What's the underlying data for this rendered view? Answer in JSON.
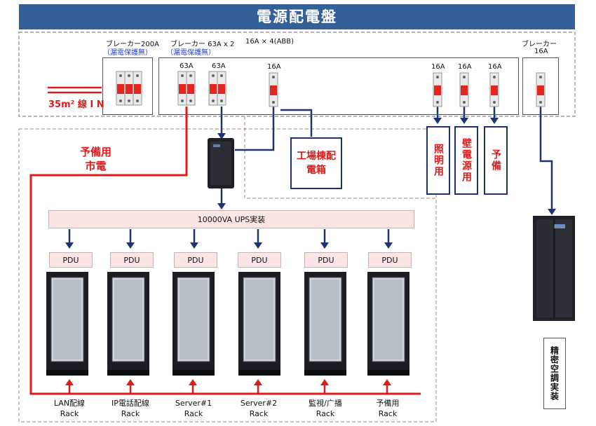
{
  "title": "電源配電盤",
  "breakers": {
    "main_label": "ブレーカー200A",
    "main_note": "（漏電保護無）",
    "group_label": "ブレーカー  63A x 2",
    "group_note": "（漏電保護無）",
    "abb_label": "16A × 4(ABB)",
    "right_label_1": "ブレーカー",
    "right_label_2": "16A",
    "ratings": [
      "63A",
      "63A",
      "16A",
      "16A",
      "16A",
      "16A"
    ]
  },
  "input_label": "35m² 線 I N",
  "reserve_grid": "予備用\n市電",
  "factory_panel": "工場棟配電箱",
  "outlets": [
    "照明用",
    "壁電源用",
    "予備"
  ],
  "ups_label": "10000VA UPS実装",
  "pdu_label": "PDU",
  "racks": [
    {
      "line1": "LAN配線",
      "line2": "Rack"
    },
    {
      "line1": "IP電話配線",
      "line2": "Rack"
    },
    {
      "line1": "Server#1",
      "line2": "Rack"
    },
    {
      "line1": "Server#2",
      "line2": "Rack"
    },
    {
      "line1": "監視/广播",
      "line2": "Rack"
    },
    {
      "line1": "予備用",
      "line2": "Rack"
    }
  ],
  "aircon_label": "精密空調実装",
  "colors": {
    "banner": "#355f97",
    "red_line": "#e01b1b",
    "navy_line": "#1f3371"
  }
}
